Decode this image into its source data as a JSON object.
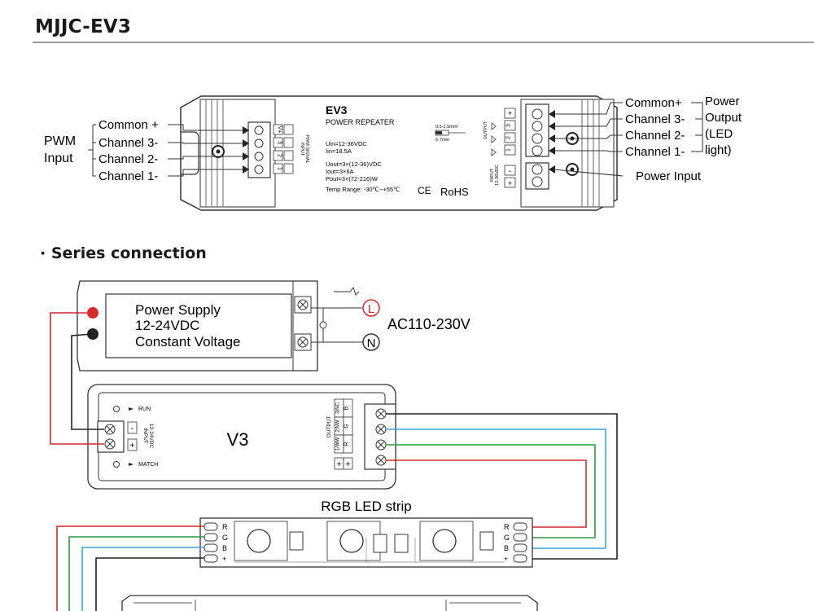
{
  "header": {
    "title": "MJJC-EV3"
  },
  "device": {
    "name": "EV3",
    "subtitle": "POWER REPEATER",
    "uin": "Uin=12-36VDC",
    "iin": "Iin=18.5A",
    "uout": "Uout=3×(12-36)VDC",
    "iout": "Iout=3×6A",
    "pout": "Pout=3×(72-216)W",
    "temp": "Temp Range: -30℃~+55℃",
    "ce": "CE",
    "rohs": "RoHS",
    "wire_size": "0.5-2.5mm²",
    "strip_len": "6-7mm",
    "input_label": "INPUT",
    "pwm_signal_label": "PWM SIGNAL",
    "output_label": "OUTPUT",
    "power_input_label": "INPUT",
    "power_input_voltage": "12-36VDC",
    "input_terminals": [
      "V+",
      "3",
      "2",
      "1"
    ],
    "output_terminals": [
      "+",
      "3",
      "2",
      "1"
    ],
    "power_terminals": [
      "-",
      "+"
    ]
  },
  "left_labels": {
    "group": [
      "PWM",
      "Input"
    ],
    "items": [
      "Common +",
      "Channel 3-",
      "Channel 2-",
      "Channel 1-"
    ]
  },
  "right_labels": {
    "items": [
      "Common+",
      "Channel 3-",
      "Channel 2-",
      "Channel 1-"
    ],
    "group": [
      "Power",
      "Output",
      "(LED",
      "light)"
    ],
    "power_input": "Power Input"
  },
  "series": {
    "heading": "· Series connection",
    "power_supply": [
      "Power Supply",
      "12-24VDC",
      "Constant Voltage"
    ],
    "line_l": "L",
    "line_n": "N",
    "ac": "AC110-230V",
    "controller_name": "V3",
    "run": "RUN",
    "match": "MATCH",
    "ctrl_input_label": "INPUT",
    "ctrl_input_voltage": "12-24VDC",
    "ctrl_output_label": "OUTPUT",
    "ctrl_channels": [
      "3/NC",
      "2/NW",
      "1/WW"
    ],
    "ctrl_colors": [
      "B",
      "G",
      "R"
    ],
    "ctrl_minus": "-",
    "ctrl_plus": "+",
    "strip_title": "RGB LED strip",
    "strip_pins": [
      "R",
      "G",
      "B",
      "+"
    ]
  },
  "wire_colors": {
    "red": "#d42a2a",
    "green": "#2f9a48",
    "blue": "#3aa6d8",
    "black": "#222222"
  }
}
